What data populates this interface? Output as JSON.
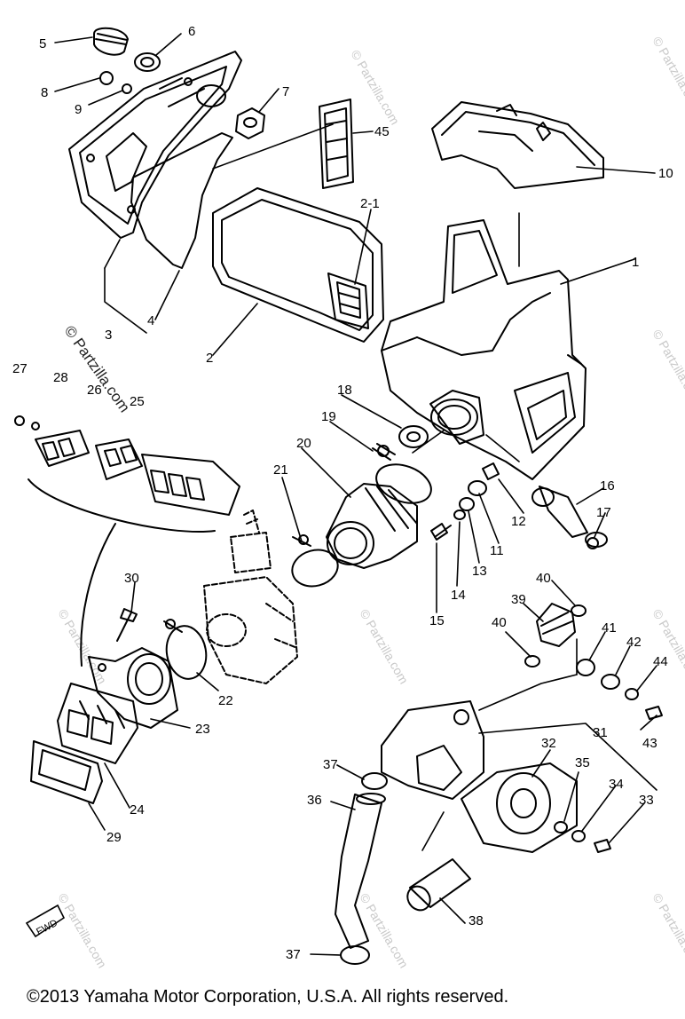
{
  "part_labels": [
    "1",
    "2",
    "2-1",
    "3",
    "4",
    "5",
    "6",
    "7",
    "8",
    "9",
    "10",
    "11",
    "12",
    "13",
    "14",
    "15",
    "16",
    "17",
    "18",
    "19",
    "20",
    "21",
    "22",
    "23",
    "24",
    "25",
    "26",
    "27",
    "28",
    "29",
    "30",
    "31",
    "32",
    "33",
    "34",
    "35",
    "36",
    "37",
    "37",
    "38",
    "39",
    "40",
    "40",
    "41",
    "42",
    "43",
    "44",
    "45"
  ],
  "watermark": "© Partzilla.com",
  "fwd_badge": "FWD",
  "copyright": "©2013  Yamaha Motor Corporation, U.S.A. All rights reserved."
}
